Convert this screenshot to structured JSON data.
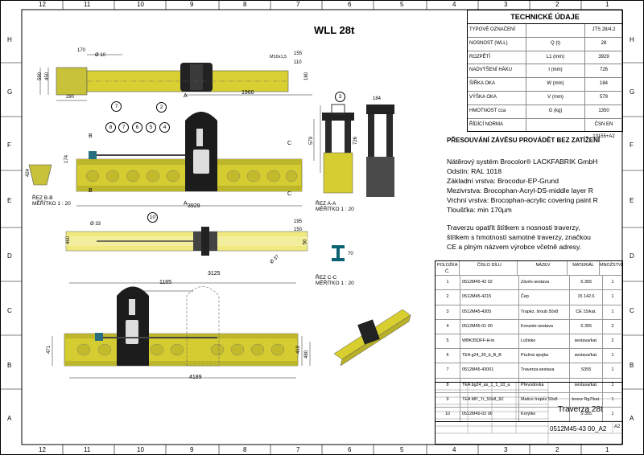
{
  "drawing_title": "WLL 28t",
  "grid": {
    "top": [
      "12",
      "11",
      "10",
      "9",
      "8",
      "7",
      "6",
      "5",
      "4",
      "3",
      "2",
      "1"
    ],
    "bottom": [
      "12",
      "11",
      "10",
      "9",
      "8",
      "7",
      "6",
      "5",
      "4",
      "3",
      "2",
      "1"
    ],
    "left": [
      "H",
      "G",
      "F",
      "E",
      "D",
      "C",
      "B",
      "A"
    ],
    "right": [
      "H",
      "G",
      "F",
      "E",
      "D",
      "C",
      "B",
      "A"
    ]
  },
  "tech": {
    "heading": "TECHNICKÉ ÚDAJE",
    "rows": [
      {
        "label": "TYPOVÉ OZNAČENÍ",
        "symbol": "",
        "value": "JTS 28/4.2"
      },
      {
        "label": "NOSNOST (WLL)",
        "symbol": "Q (t)",
        "value": "28"
      },
      {
        "label": "ROZPĚTÍ",
        "symbol": "L1 (mm)",
        "value": "3929"
      },
      {
        "label": "NADVÝŠENÍ HÁKU",
        "symbol": "t (mm)",
        "value": "726"
      },
      {
        "label": "ŠÍŘKA OKA",
        "symbol": "W (mm)",
        "value": "184"
      },
      {
        "label": "VÝŠKA OKA",
        "symbol": "V (mm)",
        "value": "579"
      },
      {
        "label": "HMOTNOST cca",
        "symbol": "G (kg)",
        "value": "1350"
      },
      {
        "label": "ŘÍDÍCÍ NORMA",
        "symbol": "",
        "value": "ČSN EN 13155+A2"
      }
    ]
  },
  "notes": {
    "warning": "PŘESOUVÁNÍ ZÁVĚSU PROVÁDĚT BEZ ZATÍŽENÍ",
    "paint": [
      "Nátěrový systém Brocolor® LACKFABRIK GmbH",
      "Odstín:  RAL 1018",
      "Základní vrstva:   Brocodur-EP-Grund",
      "Mezivrstva:          Brocophan-Acryl-DS-middle layer R",
      "Vrchní vrstva:       Brocophan-acrylic covering paint R",
      "Tloušťka:  min 170µm"
    ],
    "label_note": [
      "Traverzu opatřit štítkem s nosnosti traverzy,",
      "štítkem s hmotností samotné traverzy, značkou",
      "CE a plným názvem výrobce včetně adresy."
    ]
  },
  "parts": {
    "headers": [
      "POLOŽKA Č.",
      "ČÍSLO DÍLU",
      "NÁZEV",
      "MATERIÁL",
      "MNOŽSTVÍ"
    ],
    "rows": [
      [
        "1",
        "0512M45-42 02",
        "Závěs-sestava",
        "S 355",
        "1"
      ],
      [
        "2",
        "0512M45-4215",
        "Čep",
        "15 142.6",
        "1"
      ],
      [
        "3",
        "0512M45-4305",
        "Trapéz. šroub 50x8",
        "CE 15/kat.",
        "1"
      ],
      [
        "4",
        "0512M45-01 00",
        "Konzole-sestava",
        "S 355",
        "2"
      ],
      [
        "5",
        "WBK35DFF-H-ln",
        "Ložisko",
        "sestava/kat.",
        "2"
      ],
      [
        "6",
        "TEA g24_30_b_B_B",
        "Pružná spojka",
        "sestava/kat.",
        "1"
      ],
      [
        "7",
        "0512M45-43001",
        "Traverza-sestava",
        "S355",
        "1"
      ],
      [
        "8",
        "TEA bg24_as_1_1_10_a",
        "Převodovka",
        "sestava/kat.",
        "1"
      ],
      [
        "9",
        "TEA MP_Tr_50x8_8Z",
        "Matice trapéz 50x8",
        "bronz Rg7/kat.",
        "1"
      ],
      [
        "10",
        "0512M45-02 06",
        "Korýtko",
        "S 355",
        "1"
      ]
    ]
  },
  "title_block": {
    "name": "Traverza 28t",
    "number": "0512M45-43 00_A2",
    "format": "A2"
  },
  "labels": {
    "section_b": [
      "ŘEZ B-B",
      "MĚŘÍTKO 1 : 20"
    ],
    "section_a": [
      "ŘEZ A-A",
      "MĚŘÍTKO 1 : 20"
    ],
    "section_c": [
      "ŘEZ C-C",
      "MĚŘÍTKO 1 : 20"
    ],
    "dims": {
      "d170": "170",
      "d280": "280",
      "d450": "450",
      "d590": "590",
      "d10": "Ø 10",
      "m10": "M10x1,5",
      "d155": "155",
      "d110": "110",
      "d180": "180",
      "d1960": "1960",
      "d3929": "3929",
      "d579": "579",
      "d726": "726",
      "d184": "184",
      "d424": "424",
      "d174": "174",
      "d195": "195",
      "d150": "150",
      "d50": "50",
      "d33": "Ø 33",
      "d37": "Ø 37",
      "d70": "70",
      "d460": "460",
      "d1165": "1165",
      "d3125": "3125",
      "d4189": "4189",
      "d471": "471",
      "d419": "419",
      "d480": "480"
    },
    "callouts": [
      "8",
      "7",
      "6",
      "5",
      "4",
      "2",
      "3",
      "10"
    ],
    "sec_letters": [
      "A",
      "A",
      "B",
      "B",
      "C",
      "C"
    ]
  }
}
